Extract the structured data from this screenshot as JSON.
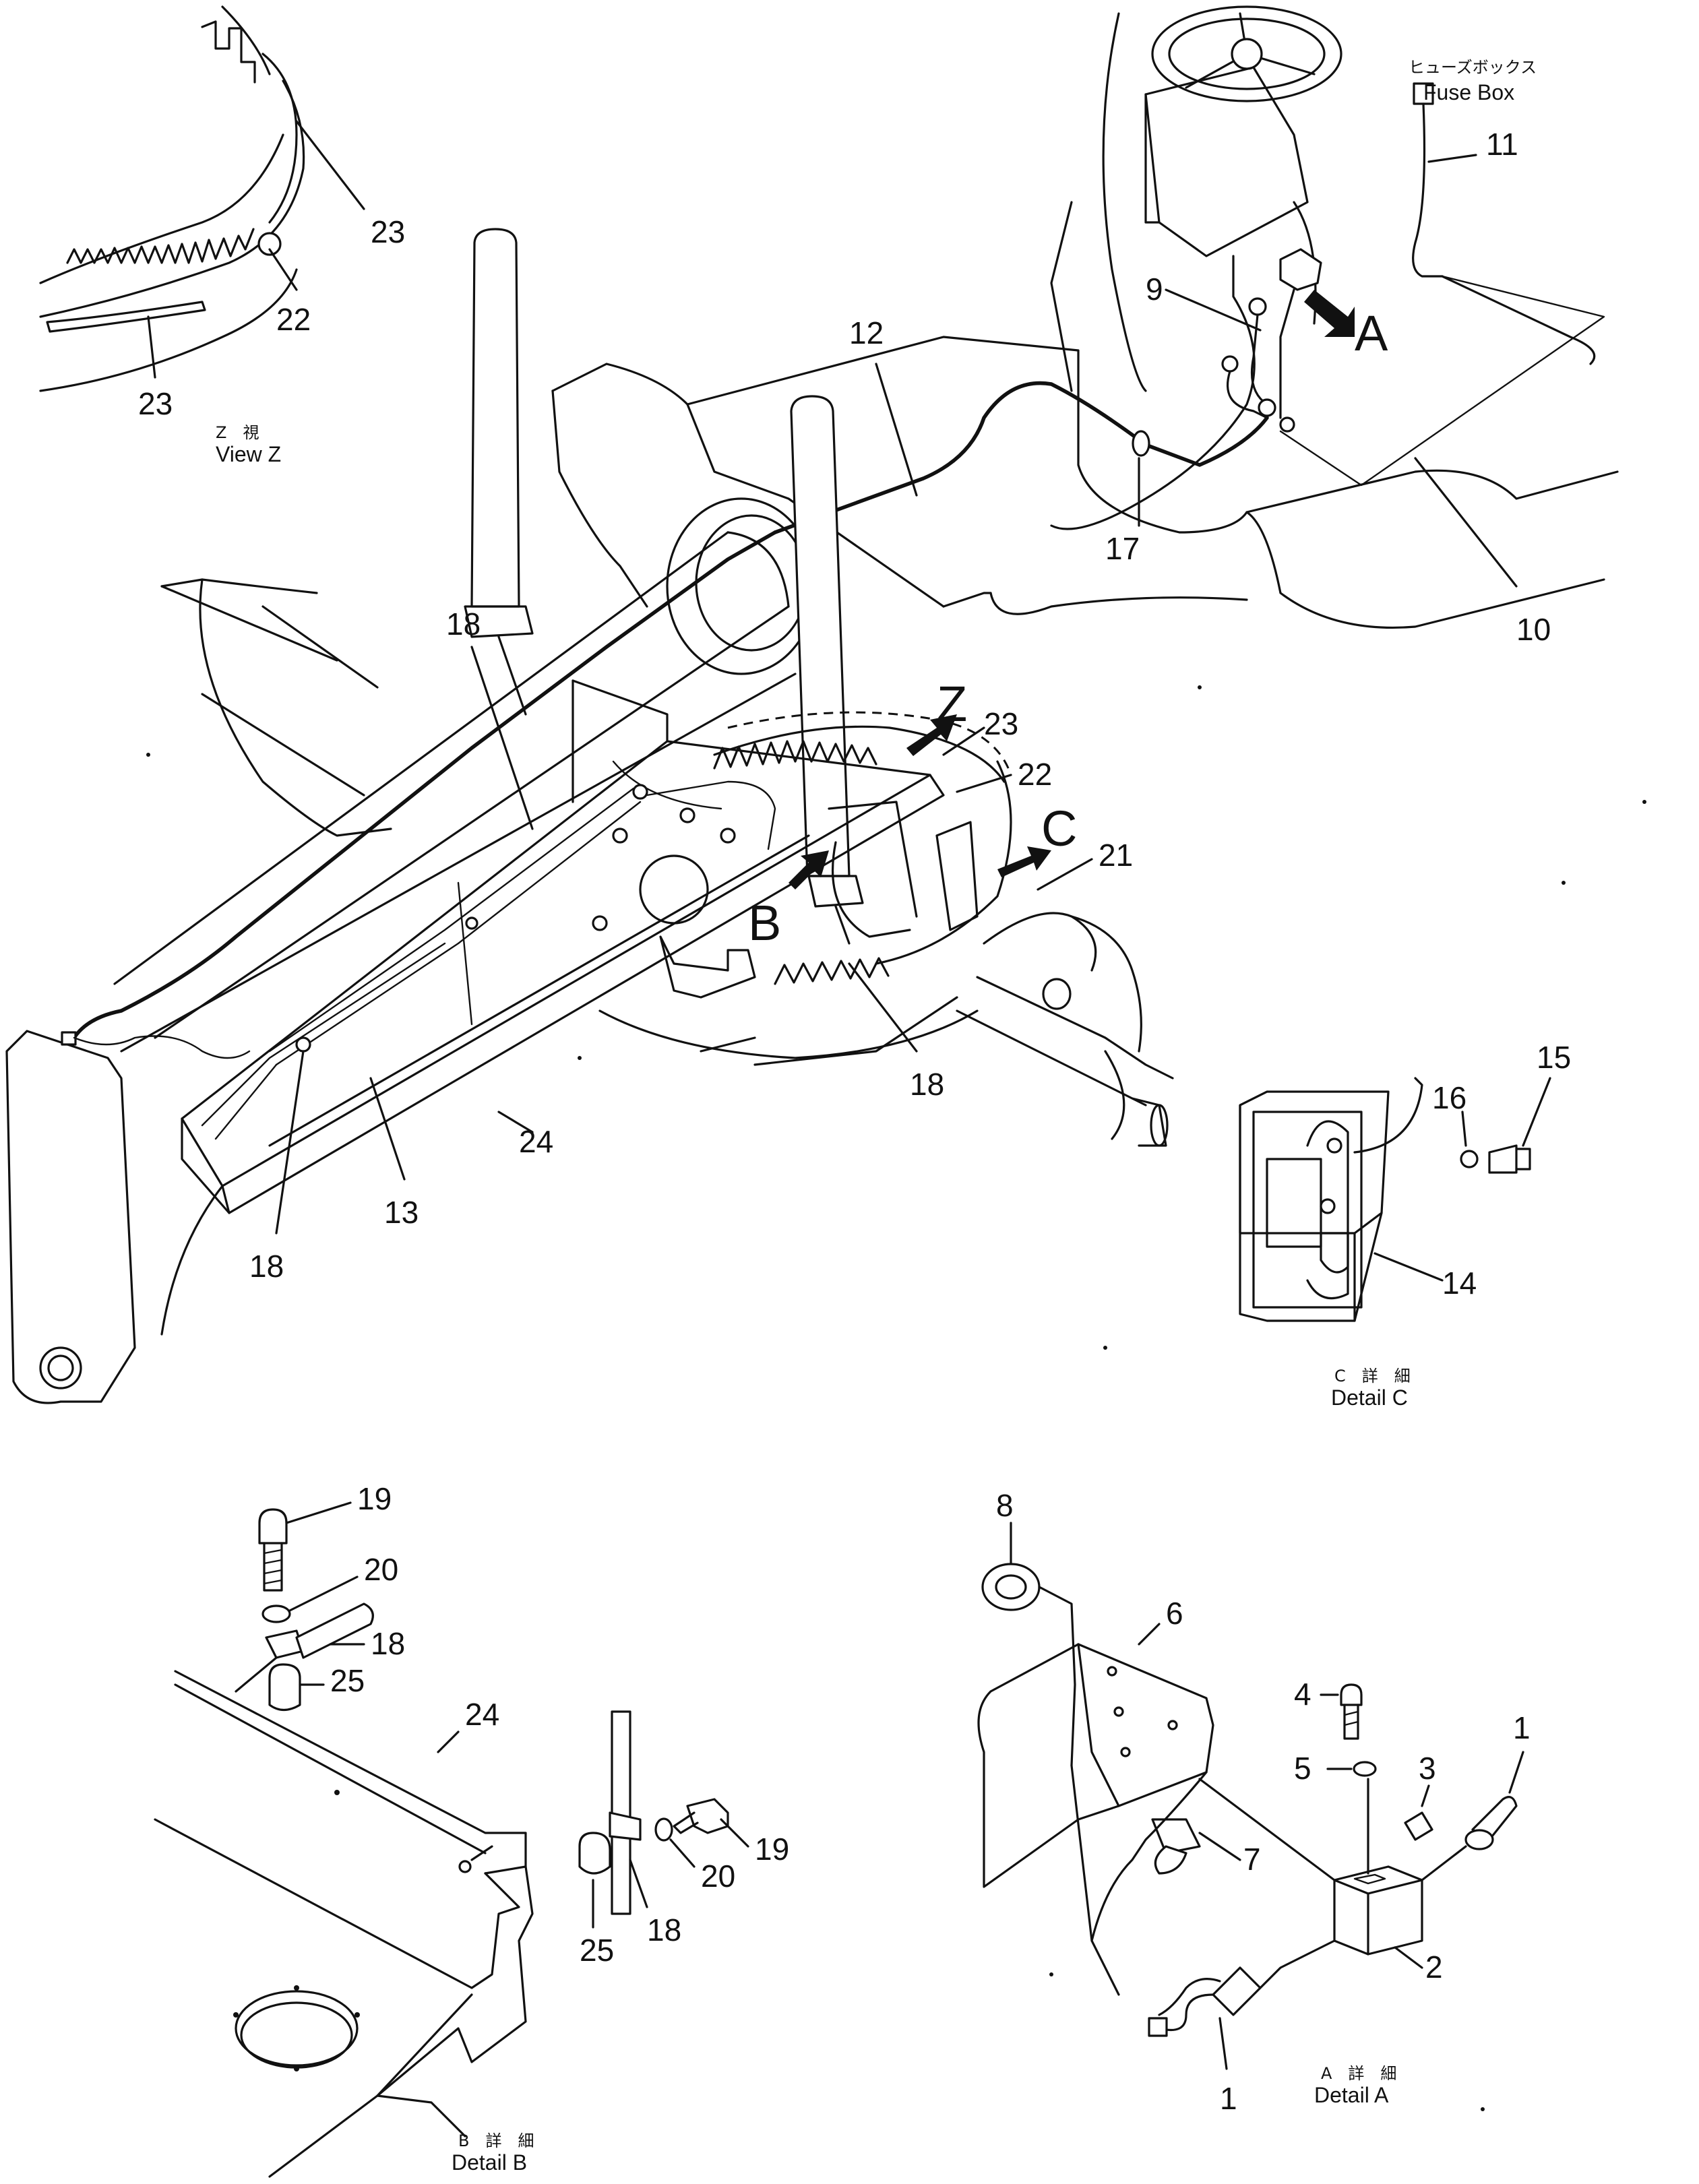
{
  "fuse_box": {
    "label_jp": "ヒューズボックス",
    "label_en": "Fuse Box"
  },
  "views": {
    "view_z": {
      "label_jp": "Z　視",
      "label_en": "View Z"
    },
    "detail_a": {
      "label_jp": "A　詳　細",
      "label_en": "Detail A"
    },
    "detail_b": {
      "label_jp": "B　詳　細",
      "label_en": "Detail B"
    },
    "detail_c": {
      "label_jp": "C　詳　細",
      "label_en": "Detail C"
    }
  },
  "arrows": {
    "a": "A",
    "b": "B",
    "c": "C",
    "z": "Z"
  },
  "callouts": {
    "view_z": {
      "c23_top": "23",
      "c22": "22",
      "c23_bottom": "23"
    },
    "main": {
      "c9": "9",
      "c10": "10",
      "c11": "11",
      "c12": "12",
      "c13": "13",
      "c17": "17",
      "c18_upper": "18",
      "c18_center": "18",
      "c18_lower": "18",
      "c21": "21",
      "c22": "22",
      "c23": "23",
      "c24": "24"
    },
    "detail_c": {
      "c14": "14",
      "c15": "15",
      "c16": "16"
    },
    "detail_b": {
      "c19_top": "19",
      "c20_top": "20",
      "c18_top": "18",
      "c25_top": "25",
      "c24": "24",
      "c19_right": "19",
      "c20_right": "20",
      "c18_bottom": "18",
      "c25_bottom": "25"
    },
    "detail_a": {
      "c1_top": "1",
      "c1_bottom": "1",
      "c2": "2",
      "c3": "3",
      "c4": "4",
      "c5": "5",
      "c6": "6",
      "c7": "7",
      "c8": "8"
    }
  }
}
